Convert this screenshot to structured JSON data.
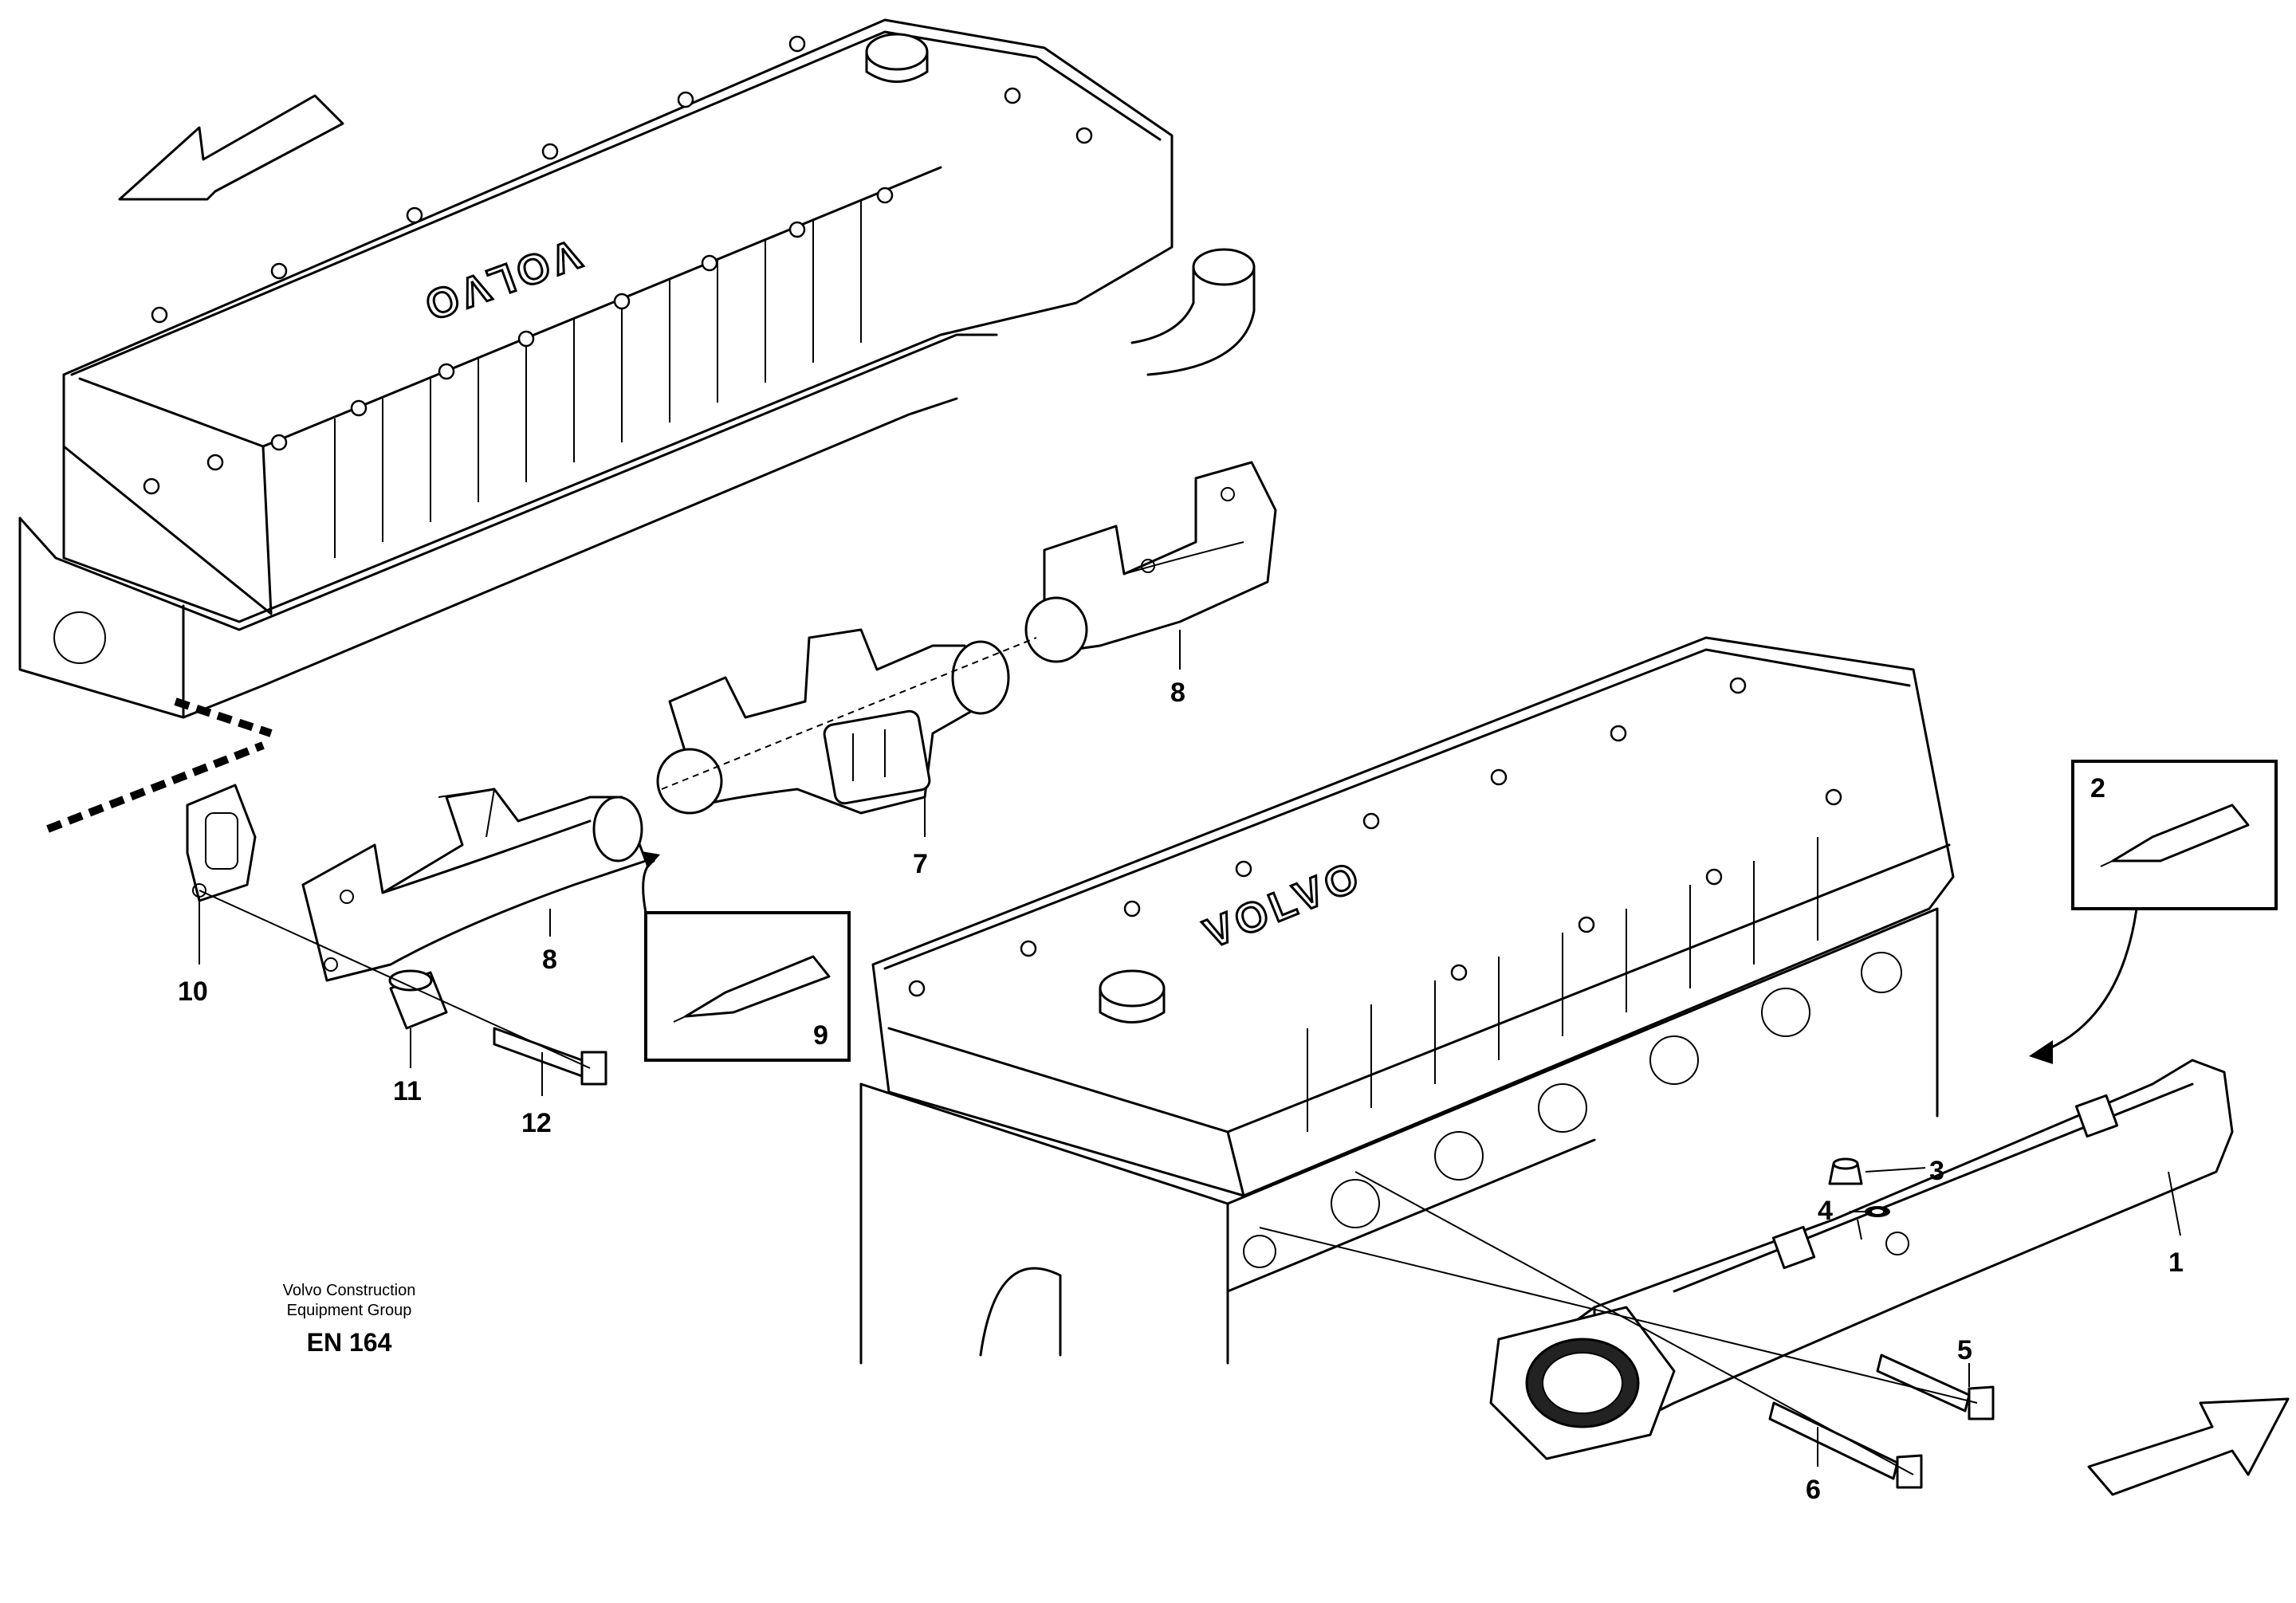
{
  "diagram": {
    "brand_mark": "VOLVO",
    "callouts": {
      "c1": "1",
      "c2": "2",
      "c3": "3",
      "c4": "4",
      "c5": "5",
      "c6": "6",
      "c7": "7",
      "c8a": "8",
      "c8b": "8",
      "c9": "9",
      "c10": "10",
      "c11": "11",
      "c12": "12"
    },
    "credit_line1": "Volvo Construction",
    "credit_line2": "Equipment Group",
    "code": "EN 164"
  }
}
